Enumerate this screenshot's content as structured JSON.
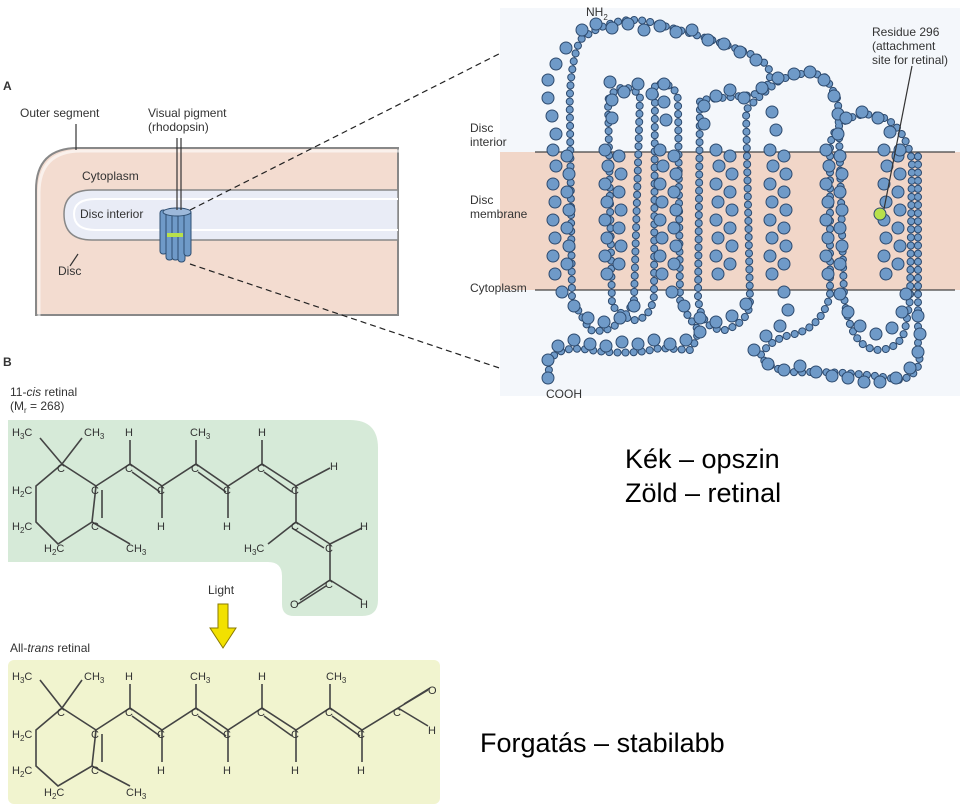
{
  "panel_a": {
    "letter": "A",
    "outer_segment": "Outer segment",
    "visual_pigment_line1": "Visual pigment",
    "visual_pigment_line2": "(rhodopsin)",
    "cytoplasm": "Cytoplasm",
    "disc_interior": "Disc interior",
    "disc": "Disc"
  },
  "membrane_detail": {
    "nh2": "NH",
    "nh2_sub": "2",
    "cooh": "COOH",
    "residue_line1": "Residue 296",
    "residue_line2": "(attachment",
    "residue_line3": "site for retinal)",
    "disc_interior_line1": "Disc",
    "disc_interior_line2": "interior",
    "disc_membrane_line1": "Disc",
    "disc_membrane_line2": "membrane",
    "cytoplasm": "Cytoplasm"
  },
  "panel_b": {
    "letter": "B",
    "cis_title_prefix": "11-",
    "cis_title_italic": "cis",
    "cis_title_suffix": " retinal",
    "cis_mr": "(M",
    "cis_mr_sub": "r",
    "cis_mr_value": " = 268)",
    "light": "Light",
    "trans_title_prefix": "All-",
    "trans_title_italic": "trans",
    "trans_title_suffix": " retinal"
  },
  "overlay": {
    "line1": "Kék – opszin",
    "line2": "Zöld – retinal",
    "line3": "Forgatás – stabilabb"
  },
  "colors": {
    "opsin_blue": "#6f9ac8",
    "retinal_green": "#b8e04a",
    "membrane_band": "#f1d6c8",
    "cis_bg": "#d6ead8",
    "trans_bg": "#f1f4cf",
    "arrow_yellow": "#f2e100"
  }
}
